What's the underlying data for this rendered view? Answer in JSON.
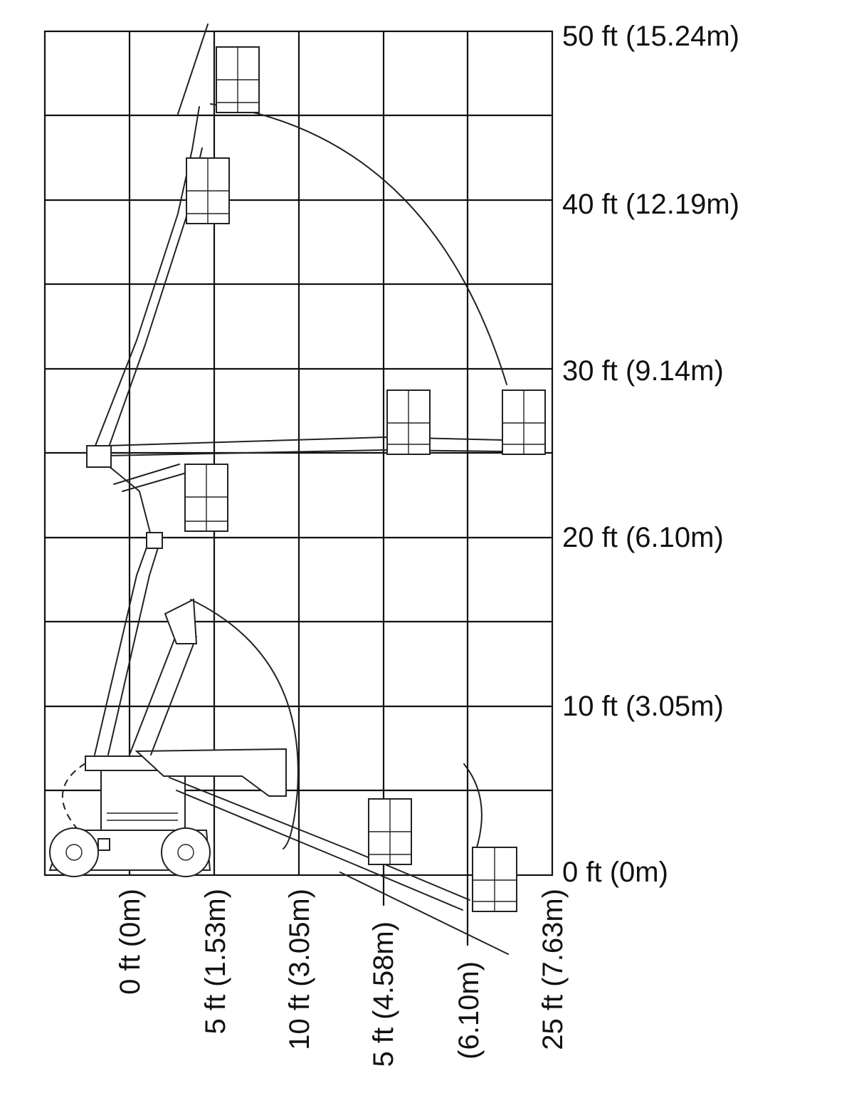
{
  "colors": {
    "ink": "#111111",
    "background": "#ffffff"
  },
  "icons": {
    "machine": "boom-lift-icon",
    "platform": "work-platform-icon"
  },
  "vertical_labels": [
    {
      "id": "h50",
      "text": "50 ft (15.24m)"
    },
    {
      "id": "h40",
      "text": "40 ft (12.19m)"
    },
    {
      "id": "h30",
      "text": "30 ft (9.14m)"
    },
    {
      "id": "h20",
      "text": "20 ft (6.10m)"
    },
    {
      "id": "h10",
      "text": "10 ft (3.05m)"
    },
    {
      "id": "h0",
      "text": "0 ft (0m)"
    }
  ],
  "horizontal_labels": [
    {
      "id": "r0",
      "text": "0 ft (0m)"
    },
    {
      "id": "r5",
      "text": "5 ft (1.53m)"
    },
    {
      "id": "r10",
      "text": "10 ft (3.05m)"
    },
    {
      "id": "r15",
      "text": "5 ft (4.58m)"
    },
    {
      "id": "r20",
      "text": "(6.10m)"
    },
    {
      "id": "r25",
      "text": "25 ft (7.63m)"
    }
  ]
}
